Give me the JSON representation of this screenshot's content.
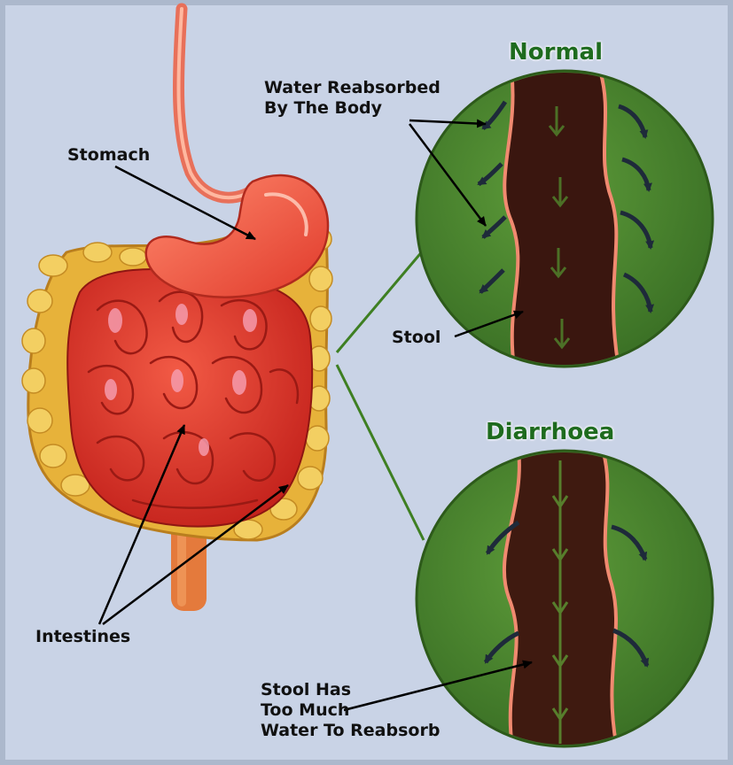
{
  "titles": {
    "normal": "Normal",
    "diarrhoea": "Diarrhoea"
  },
  "labels": {
    "water_reabsorbed_line1": "Water Reabsorbed",
    "water_reabsorbed_line2": "By The Body",
    "stomach": "Stomach",
    "stool": "Stool",
    "intestines": "Intestines",
    "stool_water_line1": "Stool Has",
    "stool_water_line2": "Too Much",
    "stool_water_line3": "Water To Reabsorb"
  },
  "icons": {
    "stomach": "stomach-illustration",
    "small_intestine": "small-intestine-illustration",
    "large_intestine": "large-intestine-illustration",
    "normal_magnifier": "colon-section-normal",
    "diarrhoea_magnifier": "colon-section-diarrhoea"
  },
  "colors": {
    "background": "#c9d3e6",
    "circle_green": "#4a8a2e",
    "stool": "#3a160f",
    "intestine_red": "#e2302a",
    "colon_yellow": "#e7b23a",
    "title_green": "#1e6b1e"
  }
}
